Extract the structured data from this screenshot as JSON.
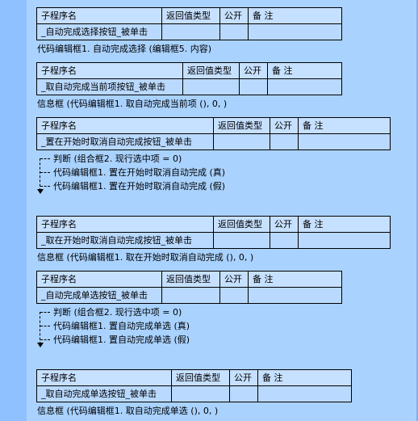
{
  "headers": {
    "name": "子程序名",
    "ret": "返回值类型",
    "pub": "公开",
    "note": "备 注"
  },
  "blocks": [
    {
      "name": "_自动完成选择按钮_被单击",
      "code": "代码编辑框1. 自动完成选择 (编辑框5. 内容)"
    },
    {
      "name": "_取自动完成当前项按钮_被单击",
      "code": "信息框 (代码编辑框1. 取自动完成当前项 (), 0, )"
    },
    {
      "name": "_置在开始时取消自动完成按钮_被单击",
      "flow": [
        "判断 (组合框2. 现行选中项 = 0)",
        "代码编辑框1. 置在开始时取消自动完成 (真)",
        "代码编辑框1. 置在开始时取消自动完成 (假)"
      ]
    },
    {
      "name": "_取在开始时取消自动完成按钮_被单击",
      "code": "信息框 (代码编辑框1. 取在开始时取消自动完成 (), 0, )"
    },
    {
      "name": "_自动完成单选按钮_被单击",
      "flow": [
        "判断 (组合框2. 现行选中项 = 0)",
        "代码编辑框1. 置自动完成单选 (真)",
        "代码编辑框1. 置自动完成单选 (假)"
      ]
    },
    {
      "name": "_取自动完成单选按钮_被单击",
      "code": "信息框 (代码编辑框1. 取自动完成单选 (), 0, )"
    }
  ]
}
